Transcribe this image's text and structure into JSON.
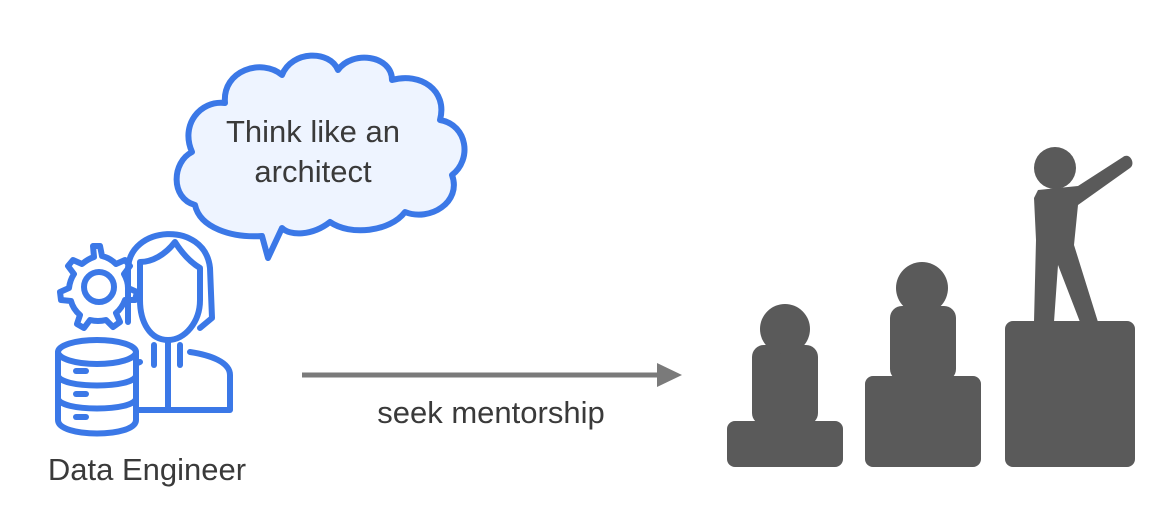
{
  "thought_bubble": {
    "line1": "Think like an",
    "line2": "architect"
  },
  "engineer": {
    "label": "Data Engineer"
  },
  "arrow": {
    "label": "seek mentorship"
  },
  "colors": {
    "icon_blue": "#3b78e7",
    "bubble_fill": "#eef4ff",
    "arrow_gray": "#7a7a7a",
    "figure_gray": "#5a5a5a",
    "text": "#3a3a3a"
  },
  "icons": {
    "engineer": "person-icon",
    "gear": "gear-icon",
    "database": "database-icon",
    "thought": "thought-bubble-icon",
    "podium": "podium-icon"
  }
}
